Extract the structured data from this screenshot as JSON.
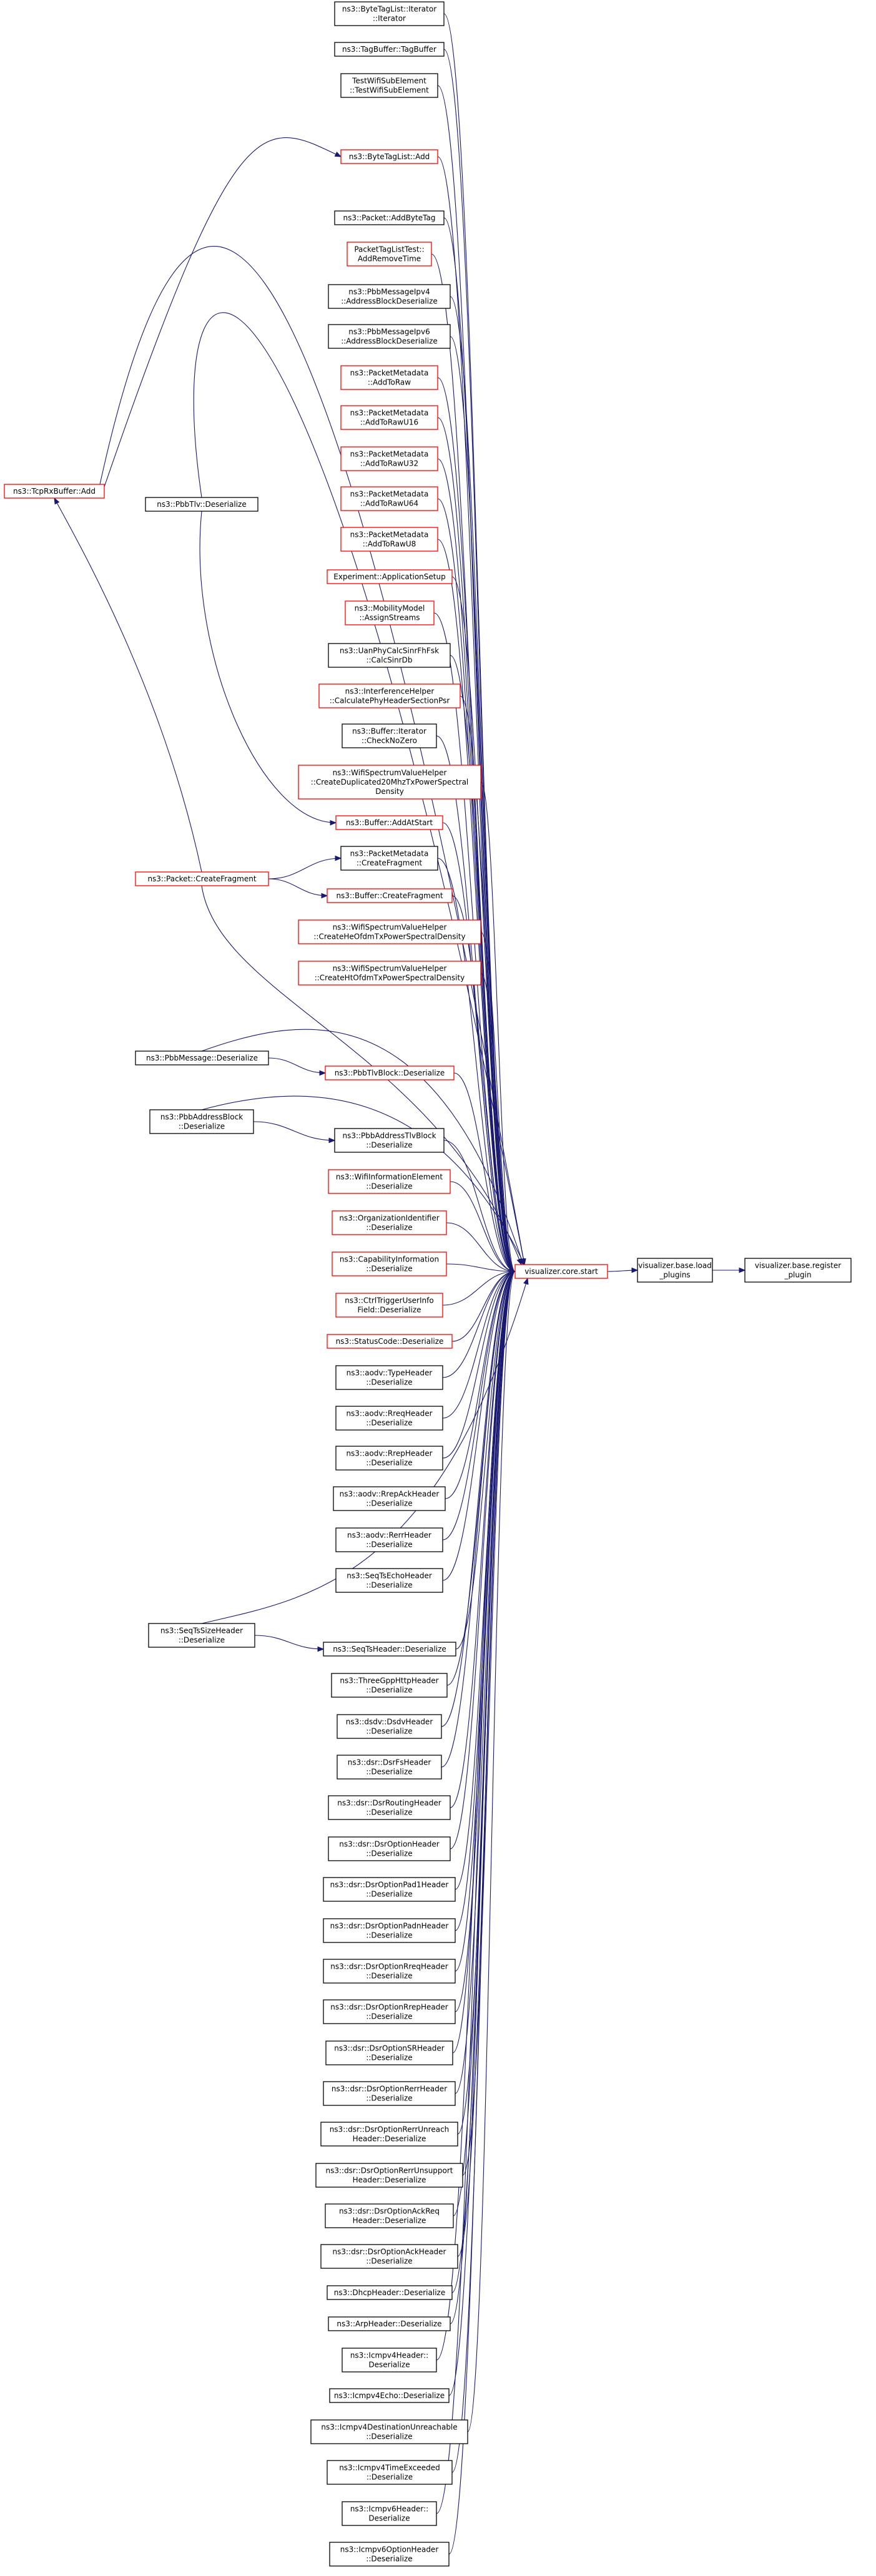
{
  "colors": {
    "edge": "#191970",
    "border_normal": "#000000",
    "border_incomplete": "#ff0000",
    "fill_root": "#bfbfbf",
    "fill_normal": "#ffffff"
  },
  "nodes": [
    {
      "id": "register",
      "lines": [
        "visualizer.base.register",
        "_plugin"
      ],
      "style": "root"
    },
    {
      "id": "load",
      "lines": [
        "visualizer.base.load",
        "_plugins"
      ],
      "style": "normal"
    },
    {
      "id": "start",
      "lines": [
        "visualizer.core.start"
      ],
      "style": "red"
    },
    {
      "id": "bytetag_iter",
      "lines": [
        "ns3::ByteTagList::Iterator",
        "::Iterator"
      ],
      "style": "normal"
    },
    {
      "id": "tagbuffer",
      "lines": [
        "ns3::TagBuffer::TagBuffer"
      ],
      "style": "normal"
    },
    {
      "id": "testwifisub",
      "lines": [
        "TestWifiSubElement",
        "::TestWifiSubElement"
      ],
      "style": "normal"
    },
    {
      "id": "bytetag_add",
      "lines": [
        "ns3::ByteTagList::Add"
      ],
      "style": "red"
    },
    {
      "id": "addbytetag",
      "lines": [
        "ns3::Packet::AddByteTag"
      ],
      "style": "normal"
    },
    {
      "id": "pkttaglisttest",
      "lines": [
        "PacketTagListTest::",
        "AddRemoveTime"
      ],
      "style": "red"
    },
    {
      "id": "pbbv4",
      "lines": [
        "ns3::PbbMessageIpv4",
        "::AddressBlockDeserialize"
      ],
      "style": "normal"
    },
    {
      "id": "pbbv6",
      "lines": [
        "ns3::PbbMessageIpv6",
        "::AddressBlockDeserialize"
      ],
      "style": "normal"
    },
    {
      "id": "pm_addtoraw",
      "lines": [
        "ns3::PacketMetadata",
        "::AddToRaw"
      ],
      "style": "red"
    },
    {
      "id": "pm_addtoraw16",
      "lines": [
        "ns3::PacketMetadata",
        "::AddToRawU16"
      ],
      "style": "red"
    },
    {
      "id": "pm_addtoraw32",
      "lines": [
        "ns3::PacketMetadata",
        "::AddToRawU32"
      ],
      "style": "red"
    },
    {
      "id": "pm_addtoraw64",
      "lines": [
        "ns3::PacketMetadata",
        "::AddToRawU64"
      ],
      "style": "red"
    },
    {
      "id": "pm_addtoraw8",
      "lines": [
        "ns3::PacketMetadata",
        "::AddToRawU8"
      ],
      "style": "red"
    },
    {
      "id": "appsetup",
      "lines": [
        "Experiment::ApplicationSetup"
      ],
      "style": "red"
    },
    {
      "id": "mobility",
      "lines": [
        "ns3::MobilityModel",
        "::AssignStreams"
      ],
      "style": "red"
    },
    {
      "id": "uanphy",
      "lines": [
        "ns3::UanPhyCalcSinrFhFsk",
        "::CalcSinrDb"
      ],
      "style": "normal"
    },
    {
      "id": "interfhelper",
      "lines": [
        "ns3::InterferenceHelper",
        "::CalculatePhyHeaderSectionPsr"
      ],
      "style": "red"
    },
    {
      "id": "checknozero",
      "lines": [
        "ns3::Buffer::Iterator",
        "::CheckNoZero"
      ],
      "style": "normal"
    },
    {
      "id": "wifispec20",
      "lines": [
        "ns3::WifiSpectrumValueHelper",
        "::CreateDuplicated20MhzTxPowerSpectral",
        "Density"
      ],
      "style": "red"
    },
    {
      "id": "buf_addatstart",
      "lines": [
        "ns3::Buffer::AddAtStart"
      ],
      "style": "red"
    },
    {
      "id": "pm_createfrag",
      "lines": [
        "ns3::PacketMetadata",
        "::CreateFragment"
      ],
      "style": "normal"
    },
    {
      "id": "buf_createfrag",
      "lines": [
        "ns3::Buffer::CreateFragment"
      ],
      "style": "red"
    },
    {
      "id": "wifispec_he",
      "lines": [
        "ns3::WifiSpectrumValueHelper",
        "::CreateHeOfdmTxPowerSpectralDensity"
      ],
      "style": "red"
    },
    {
      "id": "wifispec_ht",
      "lines": [
        "ns3::WifiSpectrumValueHelper",
        "::CreateHtOfdmTxPowerSpectralDensity"
      ],
      "style": "red"
    },
    {
      "id": "pbbtlvblock",
      "lines": [
        "ns3::PbbTlvBlock::Deserialize"
      ],
      "style": "red"
    },
    {
      "id": "pbbaddrtlvblock",
      "lines": [
        "ns3::PbbAddressTlvBlock",
        "::Deserialize"
      ],
      "style": "normal"
    },
    {
      "id": "wifiinfo",
      "lines": [
        "ns3::WifiInformationElement",
        "::Deserialize"
      ],
      "style": "red"
    },
    {
      "id": "orgid",
      "lines": [
        "ns3::OrganizationIdentifier",
        "::Deserialize"
      ],
      "style": "red"
    },
    {
      "id": "capinfo",
      "lines": [
        "ns3::CapabilityInformation",
        "::Deserialize"
      ],
      "style": "red"
    },
    {
      "id": "ctrltrigger",
      "lines": [
        "ns3::CtrlTriggerUserInfo",
        "Field::Deserialize"
      ],
      "style": "red"
    },
    {
      "id": "statuscode",
      "lines": [
        "ns3::StatusCode::Deserialize"
      ],
      "style": "red"
    },
    {
      "id": "aodv_type",
      "lines": [
        "ns3::aodv::TypeHeader",
        "::Deserialize"
      ],
      "style": "normal"
    },
    {
      "id": "aodv_rreq",
      "lines": [
        "ns3::aodv::RreqHeader",
        "::Deserialize"
      ],
      "style": "normal"
    },
    {
      "id": "aodv_rrep",
      "lines": [
        "ns3::aodv::RrepHeader",
        "::Deserialize"
      ],
      "style": "normal"
    },
    {
      "id": "aodv_rrepack",
      "lines": [
        "ns3::aodv::RrepAckHeader",
        "::Deserialize"
      ],
      "style": "normal"
    },
    {
      "id": "aodv_rerr",
      "lines": [
        "ns3::aodv::RerrHeader",
        "::Deserialize"
      ],
      "style": "normal"
    },
    {
      "id": "seqtsecho",
      "lines": [
        "ns3::SeqTsEchoHeader",
        "::Deserialize"
      ],
      "style": "normal"
    },
    {
      "id": "seqts",
      "lines": [
        "ns3::SeqTsHeader::Deserialize"
      ],
      "style": "normal"
    },
    {
      "id": "threegpp",
      "lines": [
        "ns3::ThreeGppHttpHeader",
        "::Deserialize"
      ],
      "style": "normal"
    },
    {
      "id": "dsdv",
      "lines": [
        "ns3::dsdv::DsdvHeader",
        "::Deserialize"
      ],
      "style": "normal"
    },
    {
      "id": "dsr_fs",
      "lines": [
        "ns3::dsr::DsrFsHeader",
        "::Deserialize"
      ],
      "style": "normal"
    },
    {
      "id": "dsr_routing",
      "lines": [
        "ns3::dsr::DsrRoutingHeader",
        "::Deserialize"
      ],
      "style": "normal"
    },
    {
      "id": "dsr_option",
      "lines": [
        "ns3::dsr::DsrOptionHeader",
        "::Deserialize"
      ],
      "style": "normal"
    },
    {
      "id": "dsr_pad1",
      "lines": [
        "ns3::dsr::DsrOptionPad1Header",
        "::Deserialize"
      ],
      "style": "normal"
    },
    {
      "id": "dsr_padn",
      "lines": [
        "ns3::dsr::DsrOptionPadnHeader",
        "::Deserialize"
      ],
      "style": "normal"
    },
    {
      "id": "dsr_rreq",
      "lines": [
        "ns3::dsr::DsrOptionRreqHeader",
        "::Deserialize"
      ],
      "style": "normal"
    },
    {
      "id": "dsr_rrep",
      "lines": [
        "ns3::dsr::DsrOptionRrepHeader",
        "::Deserialize"
      ],
      "style": "normal"
    },
    {
      "id": "dsr_sr",
      "lines": [
        "ns3::dsr::DsrOptionSRHeader",
        "::Deserialize"
      ],
      "style": "normal"
    },
    {
      "id": "dsr_rerr",
      "lines": [
        "ns3::dsr::DsrOptionRerrHeader",
        "::Deserialize"
      ],
      "style": "normal"
    },
    {
      "id": "dsr_rerrunreach",
      "lines": [
        "ns3::dsr::DsrOptionRerrUnreach",
        "Header::Deserialize"
      ],
      "style": "normal"
    },
    {
      "id": "dsr_rerrunsupport",
      "lines": [
        "ns3::dsr::DsrOptionRerrUnsupport",
        "Header::Deserialize"
      ],
      "style": "normal"
    },
    {
      "id": "dsr_ackreq",
      "lines": [
        "ns3::dsr::DsrOptionAckReq",
        "Header::Deserialize"
      ],
      "style": "normal"
    },
    {
      "id": "dsr_ack",
      "lines": [
        "ns3::dsr::DsrOptionAckHeader",
        "::Deserialize"
      ],
      "style": "normal"
    },
    {
      "id": "dhcp",
      "lines": [
        "ns3::DhcpHeader::Deserialize"
      ],
      "style": "normal"
    },
    {
      "id": "arp",
      "lines": [
        "ns3::ArpHeader::Deserialize"
      ],
      "style": "normal"
    },
    {
      "id": "icmpv4hdr",
      "lines": [
        "ns3::Icmpv4Header::",
        "Deserialize"
      ],
      "style": "normal"
    },
    {
      "id": "icmpv4echo",
      "lines": [
        "ns3::Icmpv4Echo::Deserialize"
      ],
      "style": "normal"
    },
    {
      "id": "icmpv4dest",
      "lines": [
        "ns3::Icmpv4DestinationUnreachable",
        "::Deserialize"
      ],
      "style": "normal"
    },
    {
      "id": "icmpv4time",
      "lines": [
        "ns3::Icmpv4TimeExceeded",
        "::Deserialize"
      ],
      "style": "normal"
    },
    {
      "id": "icmpv6hdr",
      "lines": [
        "ns3::Icmpv6Header::",
        "Deserialize"
      ],
      "style": "normal"
    },
    {
      "id": "icmpv6opt",
      "lines": [
        "ns3::Icmpv6OptionHeader",
        "::Deserialize"
      ],
      "style": "normal"
    },
    {
      "id": "tcprx",
      "lines": [
        "ns3::TcpRxBuffer::Add"
      ],
      "style": "red"
    },
    {
      "id": "pbbtlv",
      "lines": [
        "ns3::PbbTlv::Deserialize"
      ],
      "style": "normal"
    },
    {
      "id": "pkt_createfrag",
      "lines": [
        "ns3::Packet::CreateFragment"
      ],
      "style": "red"
    },
    {
      "id": "pbbmsg",
      "lines": [
        "ns3::PbbMessage::Deserialize"
      ],
      "style": "normal"
    },
    {
      "id": "pbbaddrblock",
      "lines": [
        "ns3::PbbAddressBlock",
        "::Deserialize"
      ],
      "style": "normal"
    },
    {
      "id": "seqtssize",
      "lines": [
        "ns3::SeqTsSizeHeader",
        "::Deserialize"
      ],
      "style": "normal"
    }
  ],
  "edges": [
    [
      "load",
      "register"
    ],
    [
      "start",
      "load"
    ],
    [
      "bytetag_iter",
      "start"
    ],
    [
      "tagbuffer",
      "start"
    ],
    [
      "testwifisub",
      "start"
    ],
    [
      "bytetag_add",
      "start"
    ],
    [
      "addbytetag",
      "start"
    ],
    [
      "pkttaglisttest",
      "start"
    ],
    [
      "pbbv4",
      "start"
    ],
    [
      "pbbv6",
      "start"
    ],
    [
      "pm_addtoraw",
      "start"
    ],
    [
      "pm_addtoraw16",
      "start"
    ],
    [
      "pm_addtoraw32",
      "start"
    ],
    [
      "pm_addtoraw64",
      "start"
    ],
    [
      "pm_addtoraw8",
      "start"
    ],
    [
      "appsetup",
      "start"
    ],
    [
      "mobility",
      "start"
    ],
    [
      "uanphy",
      "start"
    ],
    [
      "interfhelper",
      "start"
    ],
    [
      "checknozero",
      "start"
    ],
    [
      "wifispec20",
      "start"
    ],
    [
      "buf_addatstart",
      "start"
    ],
    [
      "pm_createfrag",
      "start"
    ],
    [
      "buf_createfrag",
      "start"
    ],
    [
      "wifispec_he",
      "start"
    ],
    [
      "wifispec_ht",
      "start"
    ],
    [
      "pbbtlvblock",
      "start"
    ],
    [
      "pbbaddrtlvblock",
      "start"
    ],
    [
      "wifiinfo",
      "start"
    ],
    [
      "orgid",
      "start"
    ],
    [
      "capinfo",
      "start"
    ],
    [
      "ctrltrigger",
      "start"
    ],
    [
      "statuscode",
      "start"
    ],
    [
      "aodv_type",
      "start"
    ],
    [
      "aodv_rreq",
      "start"
    ],
    [
      "aodv_rrep",
      "start"
    ],
    [
      "aodv_rrepack",
      "start"
    ],
    [
      "aodv_rerr",
      "start"
    ],
    [
      "seqtsecho",
      "start"
    ],
    [
      "seqts",
      "start"
    ],
    [
      "threegpp",
      "start"
    ],
    [
      "dsdv",
      "start"
    ],
    [
      "dsr_fs",
      "start"
    ],
    [
      "dsr_routing",
      "start"
    ],
    [
      "dsr_option",
      "start"
    ],
    [
      "dsr_pad1",
      "start"
    ],
    [
      "dsr_padn",
      "start"
    ],
    [
      "dsr_rreq",
      "start"
    ],
    [
      "dsr_rrep",
      "start"
    ],
    [
      "dsr_sr",
      "start"
    ],
    [
      "dsr_rerr",
      "start"
    ],
    [
      "dsr_rerrunreach",
      "start"
    ],
    [
      "dsr_rerrunsupport",
      "start"
    ],
    [
      "dsr_ackreq",
      "start"
    ],
    [
      "dsr_ack",
      "start"
    ],
    [
      "dhcp",
      "start"
    ],
    [
      "arp",
      "start"
    ],
    [
      "icmpv4hdr",
      "start"
    ],
    [
      "icmpv4echo",
      "start"
    ],
    [
      "icmpv4dest",
      "start"
    ],
    [
      "icmpv4time",
      "start"
    ],
    [
      "icmpv6hdr",
      "start"
    ],
    [
      "icmpv6opt",
      "start"
    ],
    [
      "tcprx",
      "bytetag_add"
    ],
    [
      "tcprx",
      "start"
    ],
    [
      "pbbtlv",
      "buf_addatstart"
    ],
    [
      "pbbtlv",
      "start"
    ],
    [
      "pkt_createfrag",
      "pm_createfrag"
    ],
    [
      "pkt_createfrag",
      "buf_createfrag"
    ],
    [
      "pkt_createfrag",
      "tcprx"
    ],
    [
      "pkt_createfrag",
      "start"
    ],
    [
      "pbbmsg",
      "pbbtlvblock"
    ],
    [
      "pbbmsg",
      "start"
    ],
    [
      "pbbaddrblock",
      "pbbaddrtlvblock"
    ],
    [
      "pbbaddrblock",
      "start"
    ],
    [
      "seqtssize",
      "seqts"
    ],
    [
      "seqtssize",
      "start"
    ]
  ]
}
